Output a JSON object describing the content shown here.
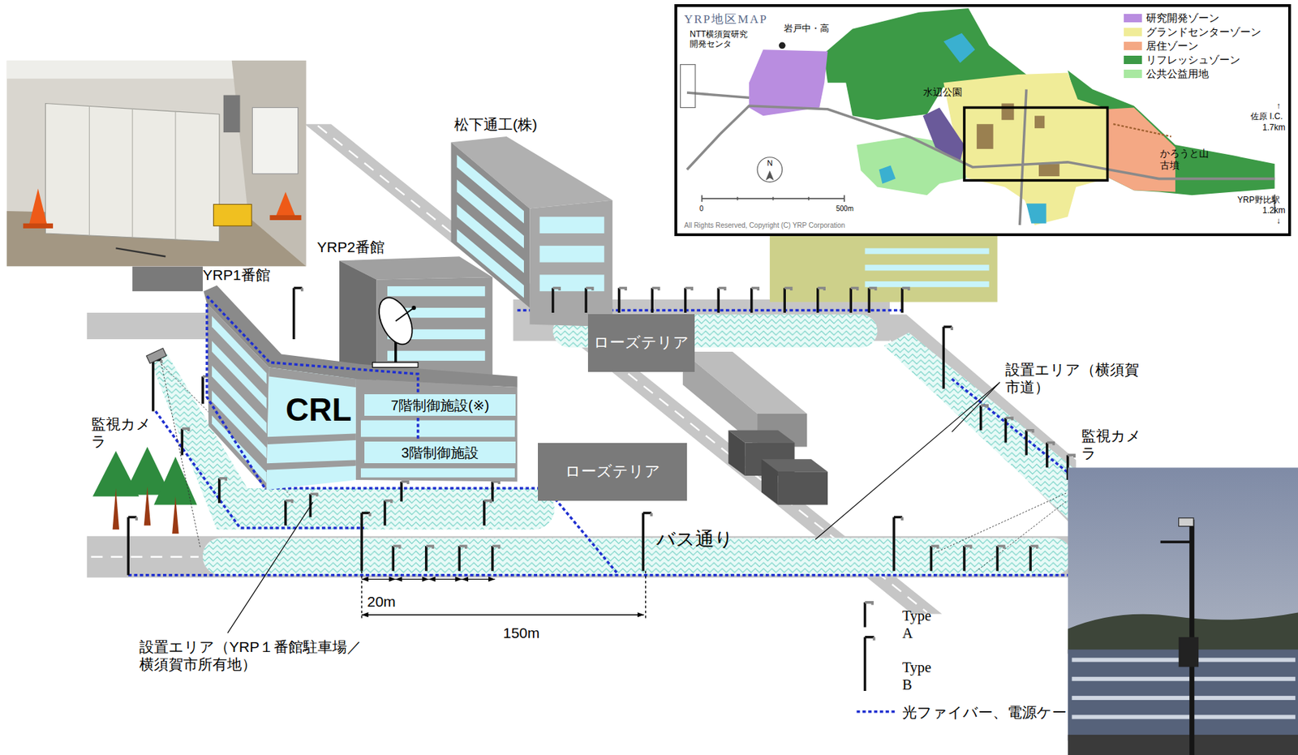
{
  "diagram": {
    "nodes": [
      {
        "text": [
          "YRP地区MAP"
        ]
      },
      {
        "text": [
          "松下通工(株)"
        ]
      },
      {
        "text": [
          "YRP2番館"
        ]
      },
      {
        "text": [
          "YRP1番館",
          "CRL"
        ]
      },
      {
        "text": [
          "7階制御施設(※)"
        ],
        "in": 3
      },
      {
        "text": [
          "3階制御施設"
        ],
        "in": 3
      },
      {
        "text": [
          "ローズテリア"
        ]
      },
      {
        "text": [
          "ローズテリア"
        ]
      }
    ],
    "labels": [
      "監視カメラ",
      "設置エリア（横須賀市道）",
      "監視カメラ",
      "バス通り",
      "20m",
      "150m",
      "設置エリア（YRP１番館駐車場／横須賀市所有地）",
      "NTT横須賀研究開発センタ",
      "岩戸中・高",
      "水辺公園",
      "N",
      "0",
      "500m",
      "All Rights Reserved, Copyright (C) YRP Corporation",
      "↑",
      "佐原 I.C.",
      "1.7km",
      "かろうと山古墳",
      "YRP野比駅",
      "1.2km",
      "↓"
    ],
    "legend": [
      {
        "text": "研究開発ゾーン",
        "color": "#b98de0"
      },
      {
        "text": "グランドセンターゾーン",
        "color": "#f0ec98"
      },
      {
        "text": "居住ゾーン",
        "color": "#f4a884"
      },
      {
        "text": "リフレッシュゾーン",
        "color": "#3c9a46"
      },
      {
        "text": "公共公益用地",
        "color": "#a8e8a0"
      },
      {
        "text": "Type A"
      },
      {
        "text": "Type B"
      },
      {
        "text": "光ファイバー、電源ケー"
      }
    ]
  }
}
